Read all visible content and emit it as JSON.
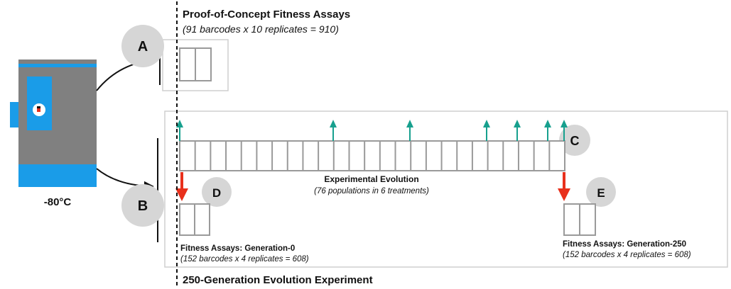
{
  "freezer": {
    "label": "-80°C"
  },
  "labels": {
    "A": "A",
    "B": "B",
    "C": "C",
    "D": "D",
    "E": "E"
  },
  "proof_of_concept": {
    "title": "Proof-of-Concept Fitness Assays",
    "subtitle": "(91 barcodes x 10 replicates = 910)"
  },
  "evolution": {
    "title": "Experimental Evolution",
    "subtitle": "(76 populations in 6 treatments)"
  },
  "gen0": {
    "title": "Fitness Assays: Generation-0",
    "subtitle": "(152 barcodes x 4 replicates = 608)"
  },
  "gen250": {
    "title": "Fitness Assays: Generation-250",
    "subtitle": "(152 barcodes x 4 replicates = 608)"
  },
  "experiment": {
    "title": "250-Generation Evolution Experiment"
  },
  "colors": {
    "freezer_gray": "#808080",
    "freezer_blue": "#1a9ce8",
    "sample_arrow_teal": "#17a08e",
    "assay_arrow_red": "#e8301c",
    "circle_gray": "#d6d6d6",
    "box_stroke": "#9a9a9a",
    "frame_stroke": "#cfcfcf"
  }
}
